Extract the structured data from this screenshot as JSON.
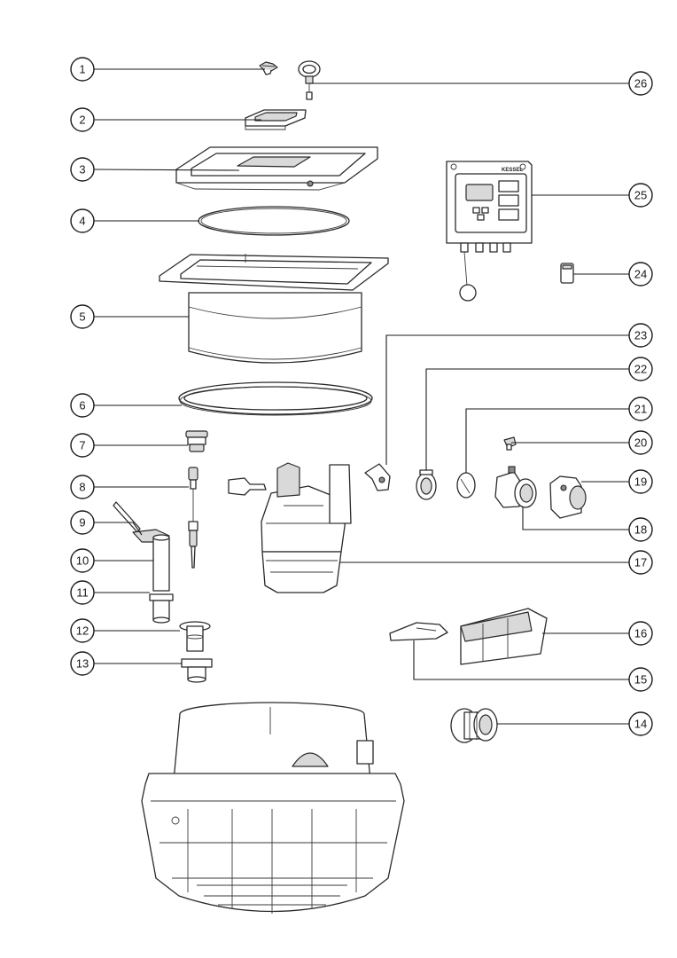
{
  "callouts": [
    {
      "n": "1"
    },
    {
      "n": "2"
    },
    {
      "n": "3"
    },
    {
      "n": "4"
    },
    {
      "n": "5"
    },
    {
      "n": "6"
    },
    {
      "n": "7"
    },
    {
      "n": "8"
    },
    {
      "n": "9"
    },
    {
      "n": "10"
    },
    {
      "n": "11"
    },
    {
      "n": "12"
    },
    {
      "n": "13"
    },
    {
      "n": "14"
    },
    {
      "n": "15"
    },
    {
      "n": "16"
    },
    {
      "n": "17"
    },
    {
      "n": "18"
    },
    {
      "n": "19"
    },
    {
      "n": "20"
    },
    {
      "n": "21"
    },
    {
      "n": "22"
    },
    {
      "n": "23"
    },
    {
      "n": "24"
    },
    {
      "n": "25"
    },
    {
      "n": "26"
    }
  ],
  "control_unit": {
    "brand": "KESSEL"
  }
}
